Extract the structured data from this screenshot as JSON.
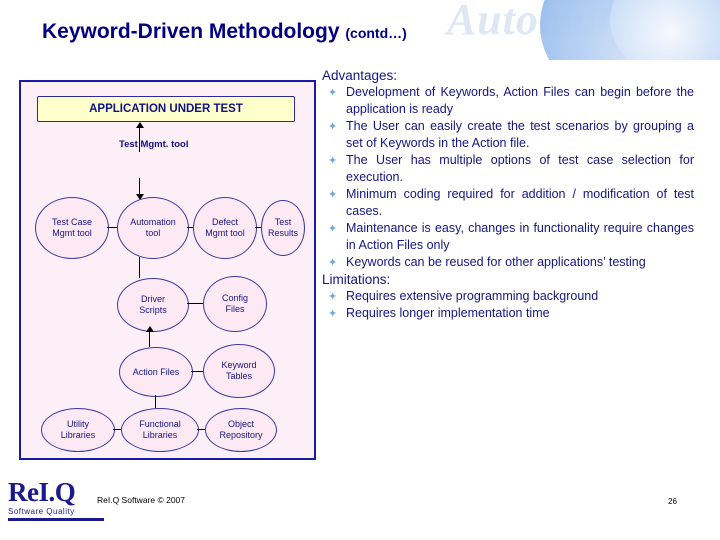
{
  "slide": {
    "title": "Keyword-Driven Methodology",
    "title_suffix": "(contd…)",
    "watermark": "Automation"
  },
  "diagram": {
    "top_box": "APPLICATION UNDER TEST",
    "tool_label": "Test Mgmt. tool",
    "nodes": [
      {
        "id": "test-case-mgmt-tool",
        "label": "Test Case\nMgmt tool",
        "shape": "ellipse"
      },
      {
        "id": "automation-tool",
        "label": "Automation\ntool",
        "shape": "ellipse"
      },
      {
        "id": "defect-mgmt-tool",
        "label": "Defect\nMgmt tool",
        "shape": "ellipse"
      },
      {
        "id": "test-results",
        "label": "Test\nResults",
        "shape": "ellipse"
      },
      {
        "id": "driver-scripts",
        "label": "Driver\nScripts",
        "shape": "ellipse"
      },
      {
        "id": "config-files",
        "label": "Config\nFiles",
        "shape": "ellipse"
      },
      {
        "id": "action-files",
        "label": "Action Files",
        "shape": "ellipse"
      },
      {
        "id": "keyword-tables",
        "label": "Keyword\nTables",
        "shape": "ellipse"
      },
      {
        "id": "utility-libraries",
        "label": "Utility\nLibraries",
        "shape": "ellipse"
      },
      {
        "id": "functional-libraries",
        "label": "Functional\nLibraries",
        "shape": "ellipse"
      },
      {
        "id": "object-repository",
        "label": "Object\nRepository",
        "shape": "ellipse"
      }
    ]
  },
  "advantages": {
    "heading": "Advantages:",
    "items": [
      "Development of Keywords, Action Files can begin before the application is ready",
      "The User can easily create the test scenarios by grouping a set of Keywords in the Action file.",
      "The User has multiple options of test case selection for execution.",
      "Minimum coding required for addition / modification of test cases.",
      "Maintenance is easy, changes in functionality require changes in Action Files only",
      "Keywords can be reused for other applications’ testing"
    ]
  },
  "limitations": {
    "heading": "Limitations:",
    "items": [
      "Requires extensive programming background",
      "Requires longer implementation time"
    ]
  },
  "footer": {
    "logo_main": "ReI.Q",
    "logo_sub": "Software Quality",
    "copyright": "ReI.Q Software © 2007",
    "page_number": "26"
  }
}
